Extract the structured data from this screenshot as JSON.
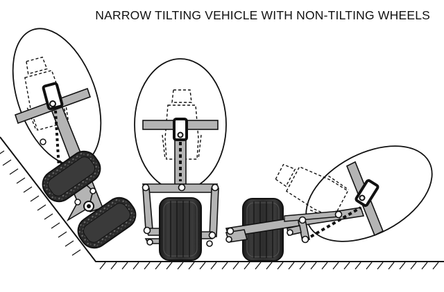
{
  "diagram": {
    "title": "NARROW TILTING VEHICLE WITH NON-TILTING WHEELS",
    "colors": {
      "line": "#111111",
      "arm_fill": "#b4b4b4",
      "arm_dark": "#8f8f8f",
      "tire": "#2a2a2a",
      "tire_light": "#5a5a5a",
      "background": "#ffffff"
    },
    "views": [
      {
        "name": "left-slope-view"
      },
      {
        "name": "center-upright-view"
      },
      {
        "name": "right-tilted-view"
      }
    ]
  }
}
